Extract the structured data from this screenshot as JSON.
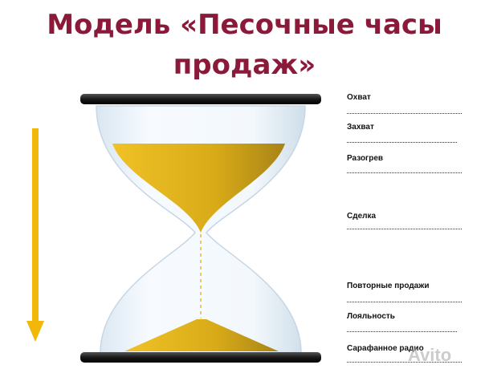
{
  "title": {
    "line1": "Модель «Песочные часы",
    "line2": "продаж»"
  },
  "colors": {
    "title": "#8b1a3a",
    "sand": "#e3b51a",
    "arrow": "#f1b80a",
    "frame": "#1f1f1f"
  },
  "stages": [
    "Охват",
    "Захват",
    "Разогрев",
    "Сделка",
    "Повторные продажи",
    "Лояльность",
    "Сарафанное радио"
  ],
  "watermark": "Avito"
}
